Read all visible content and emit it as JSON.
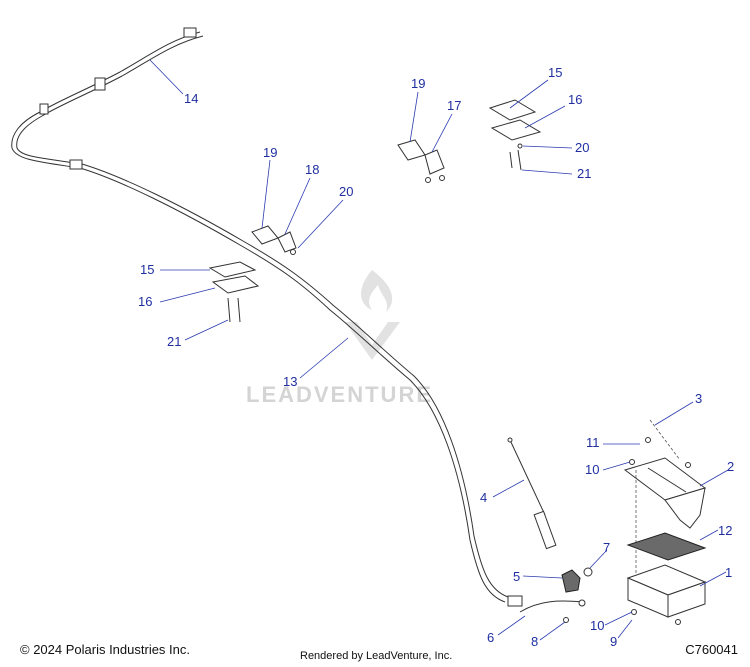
{
  "callouts": [
    {
      "label": "14"
    },
    {
      "label": "19"
    },
    {
      "label": "17"
    },
    {
      "label": "15"
    },
    {
      "label": "16"
    },
    {
      "label": "20"
    },
    {
      "label": "21"
    },
    {
      "label": "19"
    },
    {
      "label": "18"
    },
    {
      "label": "20"
    },
    {
      "label": "15"
    },
    {
      "label": "16"
    },
    {
      "label": "21"
    },
    {
      "label": "13"
    },
    {
      "label": "3"
    },
    {
      "label": "11"
    },
    {
      "label": "10"
    },
    {
      "label": "2"
    },
    {
      "label": "4"
    },
    {
      "label": "12"
    },
    {
      "label": "7"
    },
    {
      "label": "5"
    },
    {
      "label": "1"
    },
    {
      "label": "10"
    },
    {
      "label": "6"
    },
    {
      "label": "8"
    },
    {
      "label": "9"
    }
  ],
  "watermark": {
    "brand": "LEADVENTURE"
  },
  "footer": {
    "copyright": "© 2024 Polaris Industries Inc.",
    "rendered_by": "Rendered by LeadVenture, Inc.",
    "figure_code": "C760041"
  }
}
